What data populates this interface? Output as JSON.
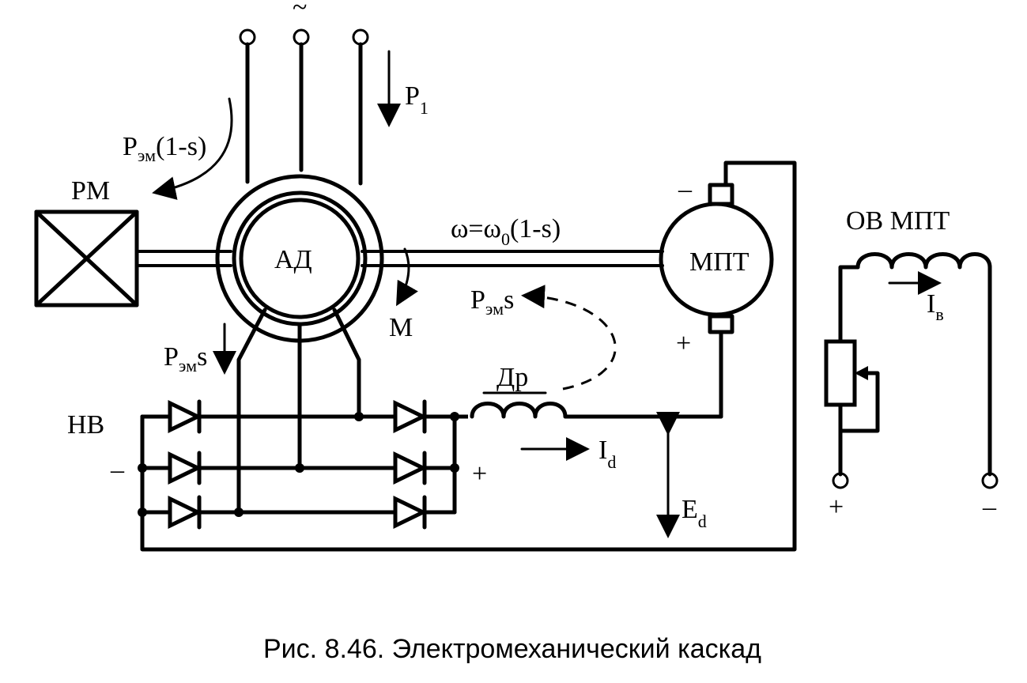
{
  "labels": {
    "ac_symbol": "~",
    "p1_letter": "P",
    "p1_sub": "1",
    "pem_1s_letter": "P",
    "pem_1s_sub": "эм",
    "pem_1s_rest": "(1-s)",
    "pm": "РМ",
    "ad": "АД",
    "omega": "ω=ω",
    "omega_sub": "0",
    "omega_rest": "(1-s)",
    "mpt": "МПТ",
    "minus_mpt": "–",
    "plus_mpt": "+",
    "m": "М",
    "pems_loop_letter": "P",
    "pems_loop_sub": "эм",
    "pems_loop_rest": "s",
    "pems_rotor_letter": "P",
    "pems_rotor_sub": "эм",
    "pems_rotor_rest": "s",
    "dr": "Др",
    "nv": "НВ",
    "minus_nv": "–",
    "plus_nv": "+",
    "id_letter": "I",
    "id_sub": "d",
    "ed_letter": "E",
    "ed_sub": "d",
    "ov_mpt": "ОВ МПТ",
    "iv_letter": "I",
    "iv_sub": "в",
    "plus_ov": "+",
    "minus_ov": "–"
  },
  "caption": "Рис. 8.46. Электромеханический каскад"
}
